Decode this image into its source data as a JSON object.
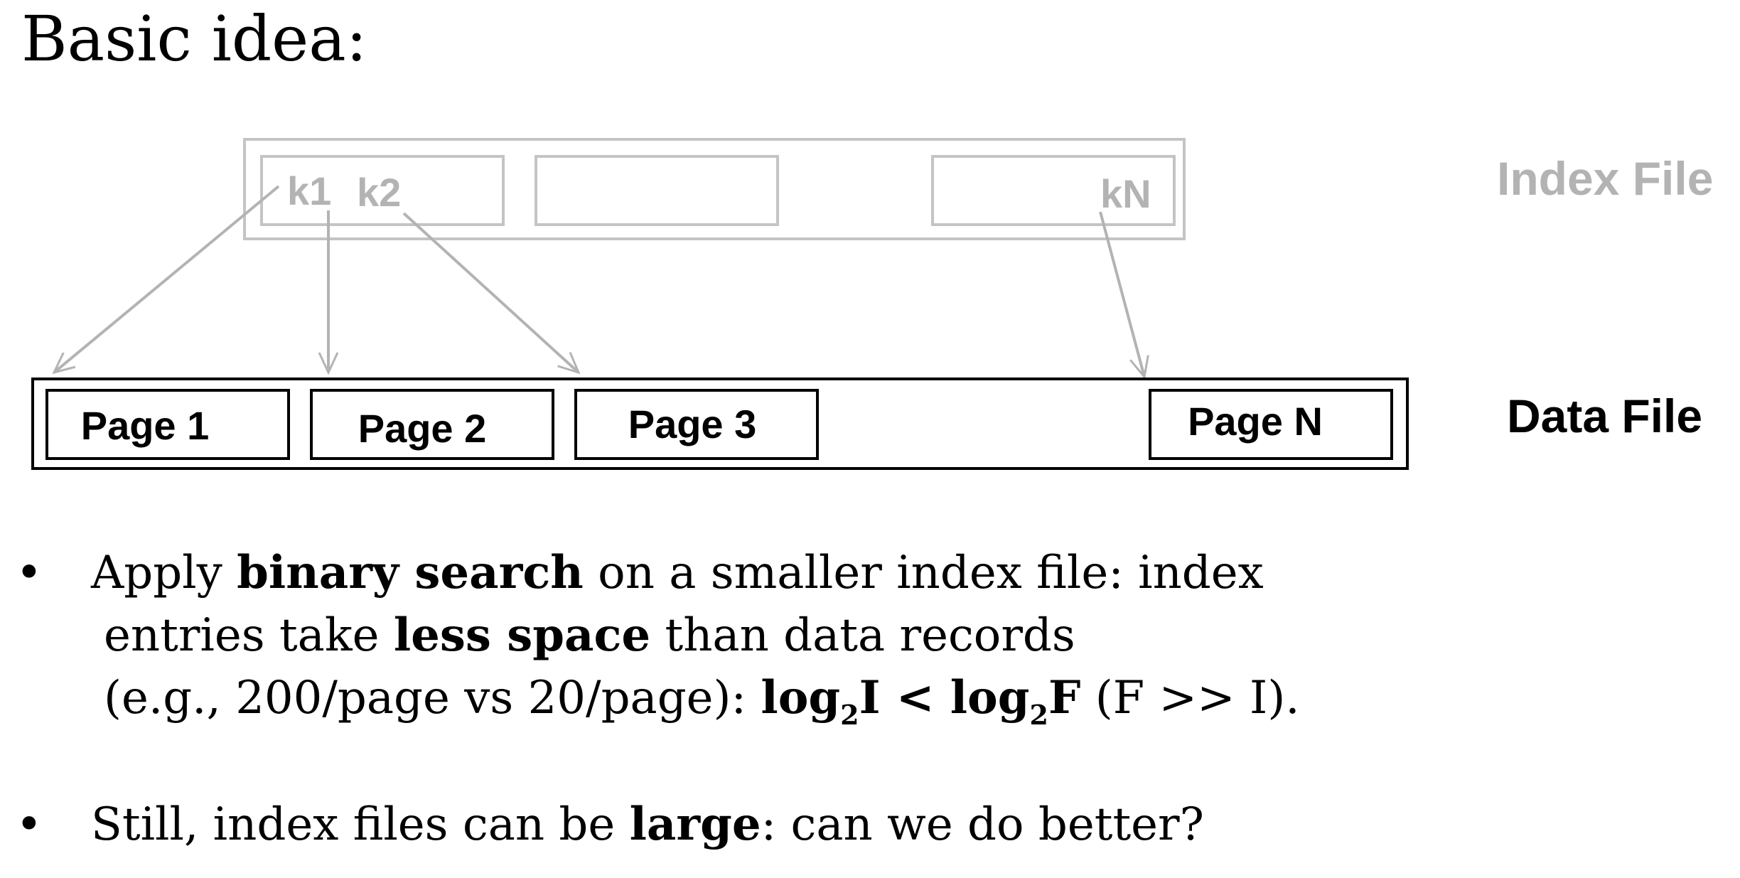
{
  "title": "Basic idea:",
  "diagram": {
    "index_label": "Index File",
    "data_label": "Data File",
    "keys": [
      "k1",
      "k2",
      "kN"
    ],
    "pages": [
      "Page 1",
      "Page 2",
      "Page 3",
      "Page N"
    ],
    "colors": {
      "index": "#b3b3b3",
      "data": "#000000"
    }
  },
  "bullets": [
    {
      "marker": "•",
      "line1": {
        "a": "Apply ",
        "b1": "binary search",
        "c": " on a smaller index file: index"
      },
      "line2": {
        "a": "entries take ",
        "b1": "less space",
        "c": " than data records"
      },
      "line3": {
        "a": "(e.g., 200/page vs 20/page): ",
        "log1": "log",
        "sub1": "2",
        "var1": "I",
        "lt": " < ",
        "log2": "log",
        "sub2": "2",
        "var2": "F",
        "c": " (F >> I)."
      }
    },
    {
      "marker": "•",
      "line1": {
        "a": "Still, index files can be ",
        "b1": "large",
        "c": ": can we do better?"
      }
    }
  ]
}
